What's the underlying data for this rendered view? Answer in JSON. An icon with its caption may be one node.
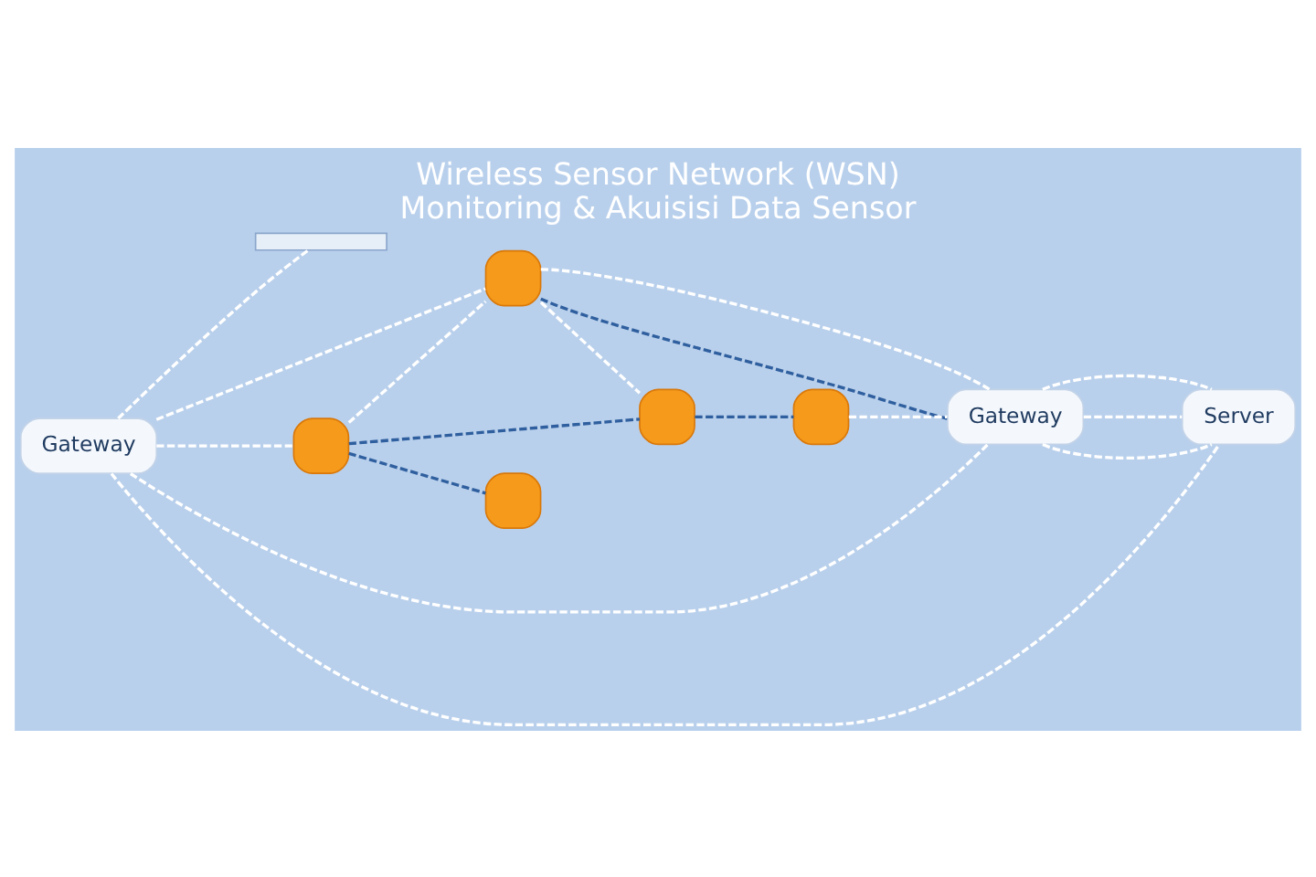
{
  "diagram": {
    "title": "Wireless Sensor Network (WSN)",
    "caption": "Monitoring & Akuisisi Data Sensor",
    "nodes": [
      {
        "text": [
          "Gateway"
        ]
      },
      {
        "text": [],
        "shape": "bar"
      },
      {
        "text": [],
        "shape": "box"
      },
      {
        "text": [],
        "shape": "box"
      },
      {
        "text": [
          "Gateway"
        ]
      },
      {
        "text": [
          "Server"
        ]
      },
      {
        "text": [],
        "shape": "box"
      },
      {
        "text": [],
        "shape": "box"
      },
      {
        "text": [],
        "shape": "box"
      }
    ],
    "edges": [
      {
        "from": 0,
        "to": 2,
        "arrow": "none",
        "style": "dashed"
      },
      {
        "from": 0,
        "to": 3,
        "arrow": "none",
        "style": "dashed"
      },
      {
        "from": 0,
        "to": 4,
        "arrow": "none",
        "style": "dashed"
      },
      {
        "from": 0,
        "to": 1,
        "arrow": "none",
        "style": "dashed"
      },
      {
        "from": 0,
        "to": 5,
        "arrow": "none",
        "style": "dashed"
      },
      {
        "from": 2,
        "to": 3,
        "arrow": "none",
        "style": "dashed"
      },
      {
        "from": 2,
        "to": 6,
        "arrow": "none",
        "style": "dashed",
        "color": "#2f5f9e"
      },
      {
        "from": 2,
        "to": 7,
        "arrow": "none",
        "style": "dashed",
        "color": "#2f5f9e"
      },
      {
        "from": 3,
        "to": 4,
        "arrow": "none",
        "style": "dashed",
        "color": "#2f5f9e"
      },
      {
        "from": 3,
        "to": 4,
        "arrow": "none",
        "style": "dashed"
      },
      {
        "from": 3,
        "to": 6,
        "arrow": "none",
        "style": "dashed"
      },
      {
        "from": 6,
        "to": 8,
        "arrow": "none",
        "style": "dashed",
        "color": "#2f5f9e"
      },
      {
        "from": 8,
        "to": 4,
        "arrow": "none",
        "style": "dashed"
      },
      {
        "from": 4,
        "to": 5,
        "arrow": "none",
        "style": "dashed"
      },
      {
        "from": 4,
        "to": 5,
        "arrow": "none",
        "style": "dashed"
      },
      {
        "from": 4,
        "to": 5,
        "arrow": "none",
        "style": "dashed"
      }
    ]
  }
}
